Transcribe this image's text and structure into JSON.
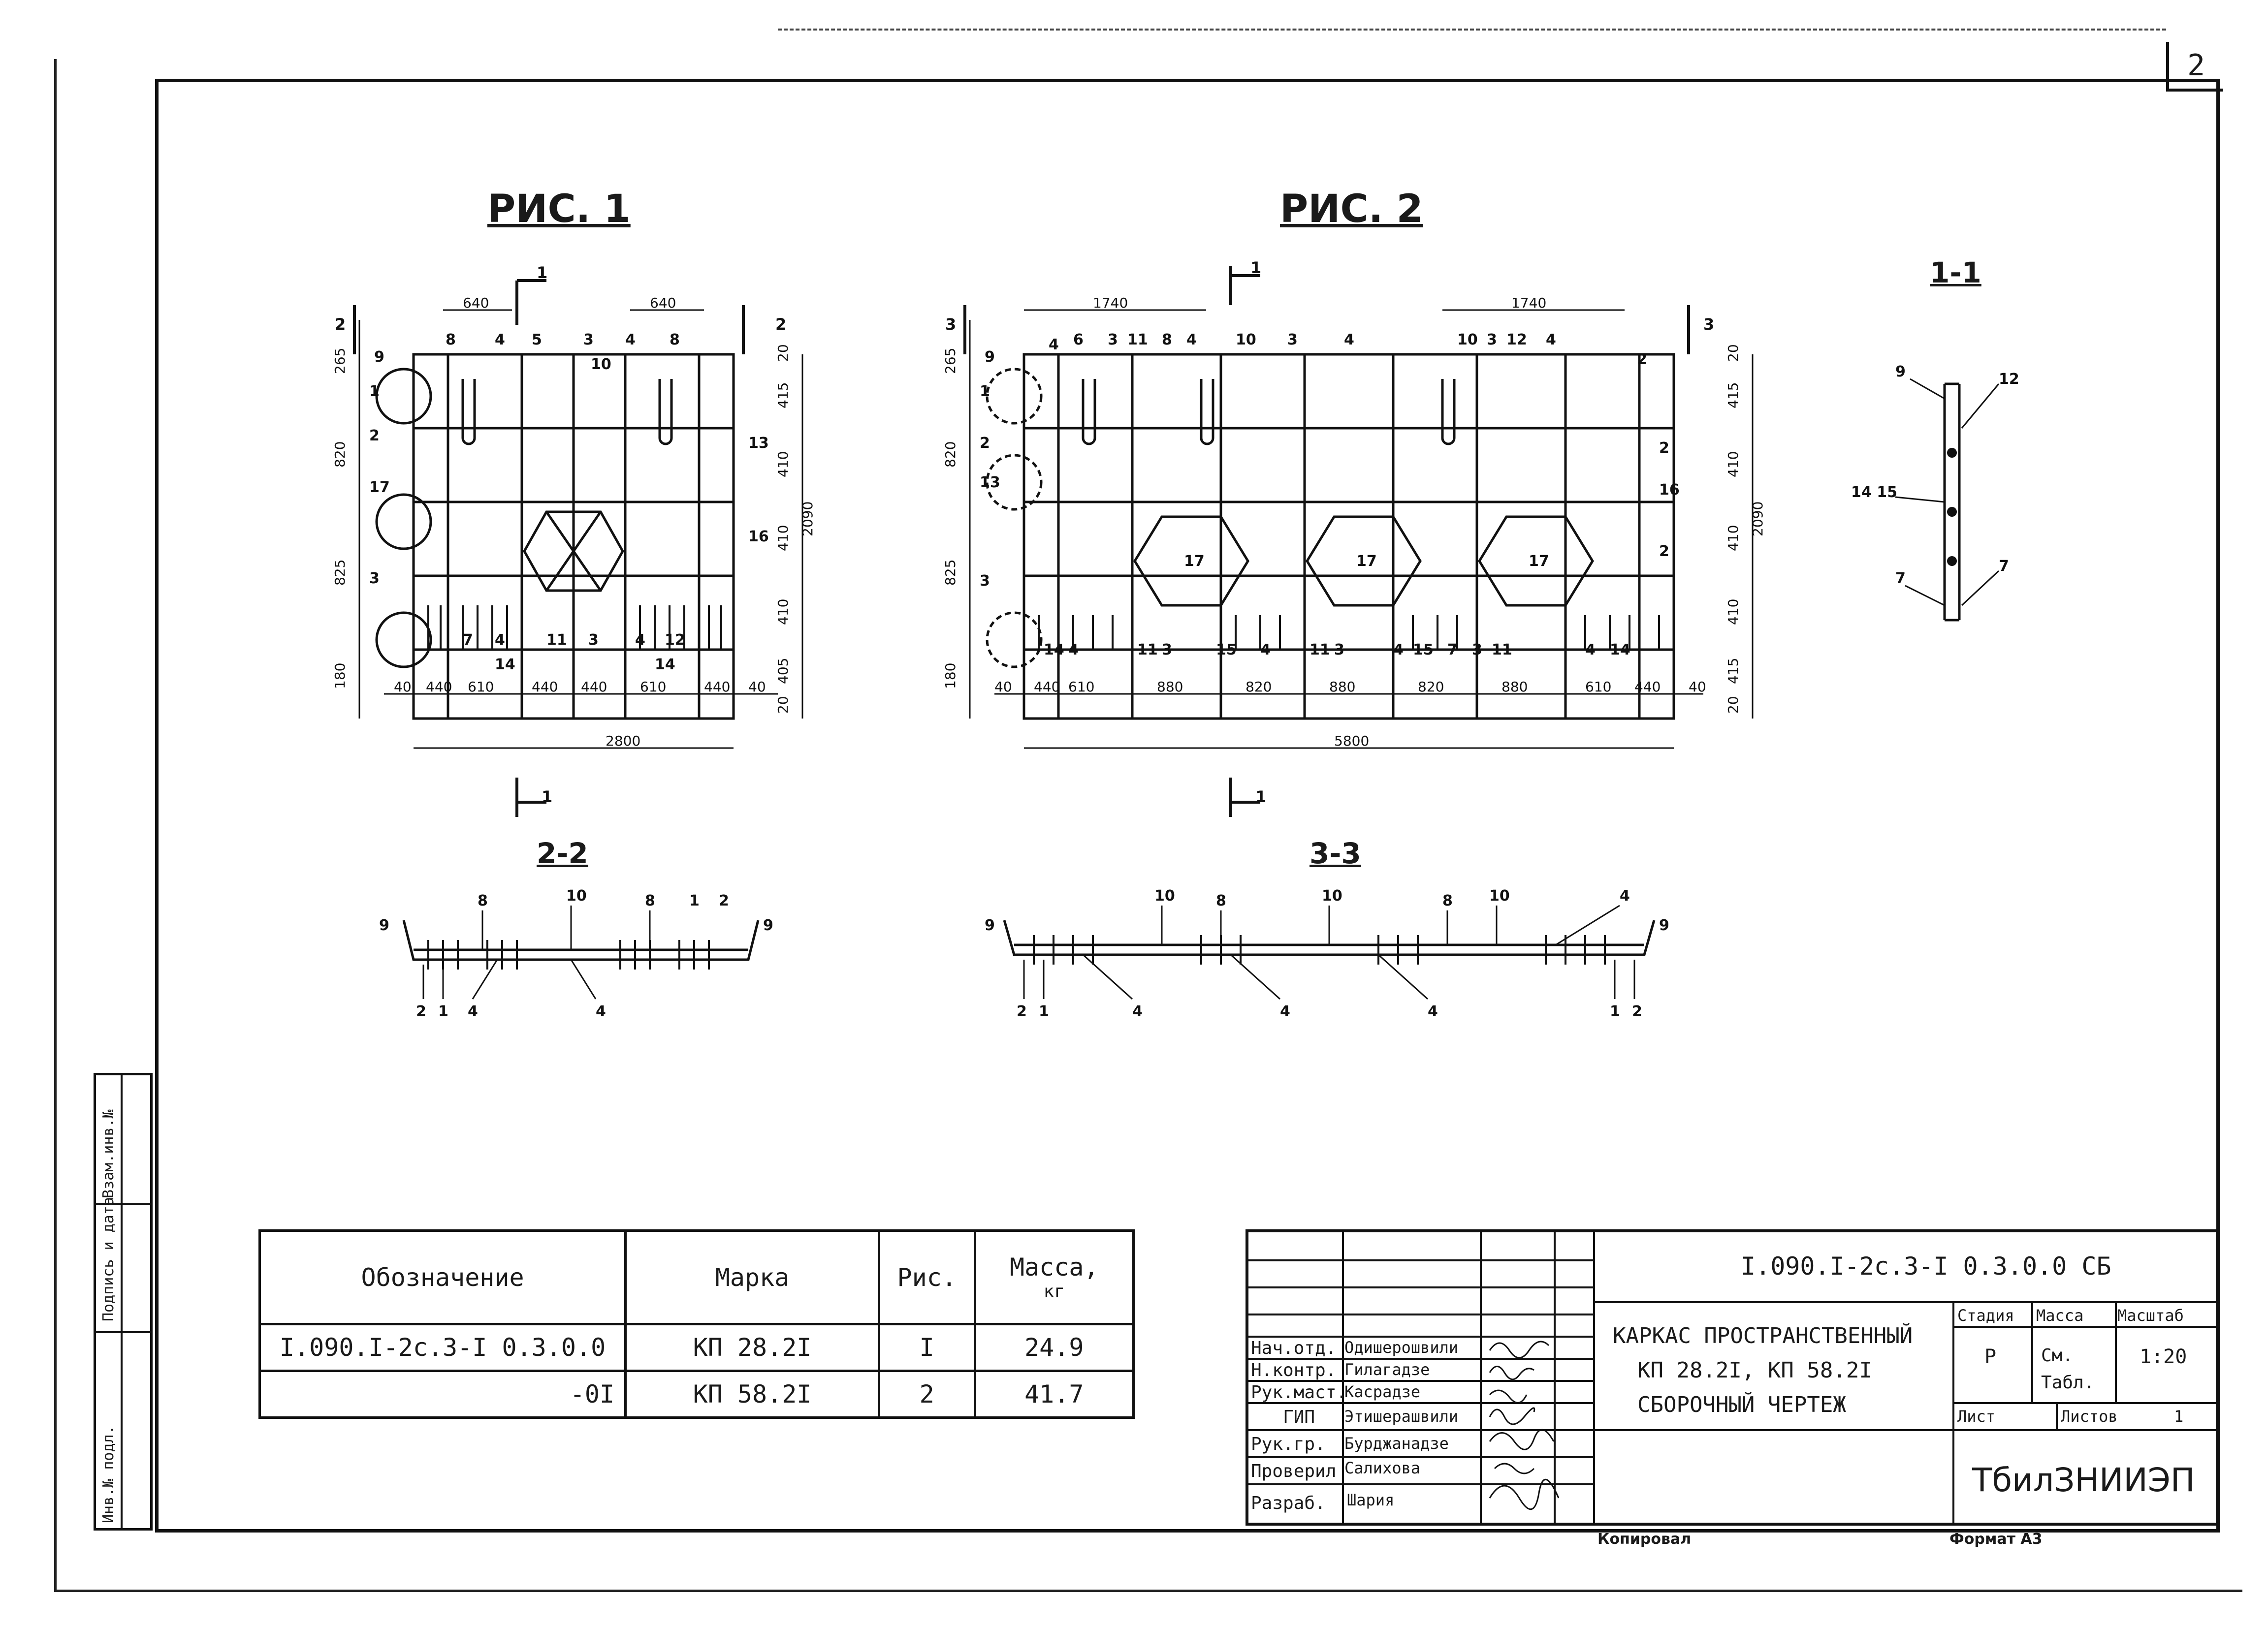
{
  "sheet": {
    "page_number": "2"
  },
  "figures": {
    "fig1_title": "РИС. 1",
    "fig2_title": "РИС. 2",
    "sec11_title": "1-1",
    "sec22_title": "2-2",
    "sec33_title": "3-3"
  },
  "fig1": {
    "overall_width": "2800",
    "overall_height": "2090",
    "top_dims": [
      "640",
      "640"
    ],
    "bottom_dims": [
      "40",
      "440",
      "610",
      "440",
      "440",
      "610",
      "440",
      "40"
    ],
    "left_dims": [
      "265",
      "820",
      "825",
      "180"
    ],
    "right_dims": [
      "20",
      "415",
      "410",
      "410",
      "410",
      "405",
      "20"
    ],
    "section_marks": [
      "1",
      "1",
      "2",
      "2"
    ],
    "callouts_top": [
      "9",
      "8",
      "4",
      "5",
      "3",
      "4",
      "8",
      "10"
    ],
    "callouts_bottom": [
      "7",
      "4",
      "14",
      "11",
      "3",
      "4",
      "12",
      "14"
    ],
    "callouts_left": [
      "1",
      "2",
      "17",
      "3"
    ],
    "callouts_right": [
      "13",
      "16"
    ],
    "section_labels": [
      "1",
      "1",
      "2",
      "2"
    ]
  },
  "fig2": {
    "overall_width": "5800",
    "overall_height": "2090",
    "top_dims": [
      "1740",
      "1740"
    ],
    "bottom_dims": [
      "40",
      "440",
      "610",
      "880",
      "820",
      "880",
      "820",
      "880",
      "610",
      "440",
      "40"
    ],
    "left_dims": [
      "265",
      "820",
      "825",
      "180"
    ],
    "right_dims": [
      "20",
      "415",
      "410",
      "410",
      "410",
      "415",
      "20"
    ],
    "callouts_top": [
      "9",
      "4",
      "6",
      "3",
      "11",
      "8",
      "4",
      "10",
      "3",
      "4",
      "10",
      "3",
      "12",
      "4",
      "2"
    ],
    "callouts_bottom": [
      "14",
      "4",
      "11",
      "3",
      "15",
      "4",
      "11",
      "3",
      "4",
      "15",
      "7",
      "3",
      "11",
      "4",
      "14"
    ],
    "callouts_left": [
      "1",
      "2",
      "13",
      "3"
    ],
    "callouts_right": [
      "2",
      "16",
      "2"
    ],
    "hex_label": "17",
    "section_labels": [
      "1",
      "1",
      "3",
      "3"
    ]
  },
  "sec11": {
    "callouts": [
      "9",
      "12",
      "14 15",
      "7",
      "7"
    ]
  },
  "sec22": {
    "callouts_top": [
      "8",
      "10",
      "8",
      "1",
      "2"
    ],
    "callouts_bottom": [
      "2",
      "1",
      "4",
      "4"
    ],
    "end_label": "9"
  },
  "sec33": {
    "callouts_top": [
      "10",
      "8",
      "10",
      "8",
      "10",
      "4"
    ],
    "callouts_bottom": [
      "2",
      "1",
      "4",
      "4",
      "4",
      "1",
      "2"
    ],
    "end_label": "9"
  },
  "spec_table": {
    "headers": [
      "Обозначение",
      "Марка",
      "Рис.",
      "Масса,"
    ],
    "mass_unit": "кг",
    "rows": [
      {
        "designation": "I.090.I-2с.3-I 0.3.0.0",
        "mark": "КП 28.2I",
        "fig": "I",
        "mass": "24.9"
      },
      {
        "designation": "-0I",
        "mark": "КП 58.2I",
        "fig": "2",
        "mass": "41.7"
      }
    ]
  },
  "stamp": {
    "doc_code": "I.090.I-2с.3-I 0.3.0.0 СБ",
    "title_lines": [
      "КАРКАС ПРОСТРАНСТВЕННЫЙ",
      "КП 28.2I,  КП 58.2I",
      "СБОРОЧНЫЙ  ЧЕРТЕЖ"
    ],
    "stage_label": "Стадия",
    "mass_label": "Масса",
    "scale_label": "Масштаб",
    "stage": "Р",
    "mass_value_line1": "См.",
    "mass_value_line2": "Табл.",
    "scale": "1:20",
    "sheet_label": "Лист",
    "sheets_label": "Листов",
    "sheets_count": "1",
    "org": "ТбилЗНИИЭП",
    "roles": [
      {
        "role": "Нач.отд.",
        "name": "Одишерошвили"
      },
      {
        "role": "Н.контр.",
        "name": "Гилагадзе"
      },
      {
        "role": "Рук.маст.",
        "name": "Касрадзе"
      },
      {
        "role": "ГИП",
        "name": "Этишерашвили"
      },
      {
        "role": "Рук.гр.",
        "name": "Бурджанадзе"
      },
      {
        "role": "Проверил",
        "name": "Салихова"
      },
      {
        "role": "Разраб.",
        "name": "Шария"
      }
    ],
    "copied_label": "Копировал",
    "format_label": "Формат А3"
  },
  "side_strip": {
    "labels": [
      "Инв.№ подл.",
      "Подпись и дата",
      "Взам.инв.№"
    ]
  }
}
